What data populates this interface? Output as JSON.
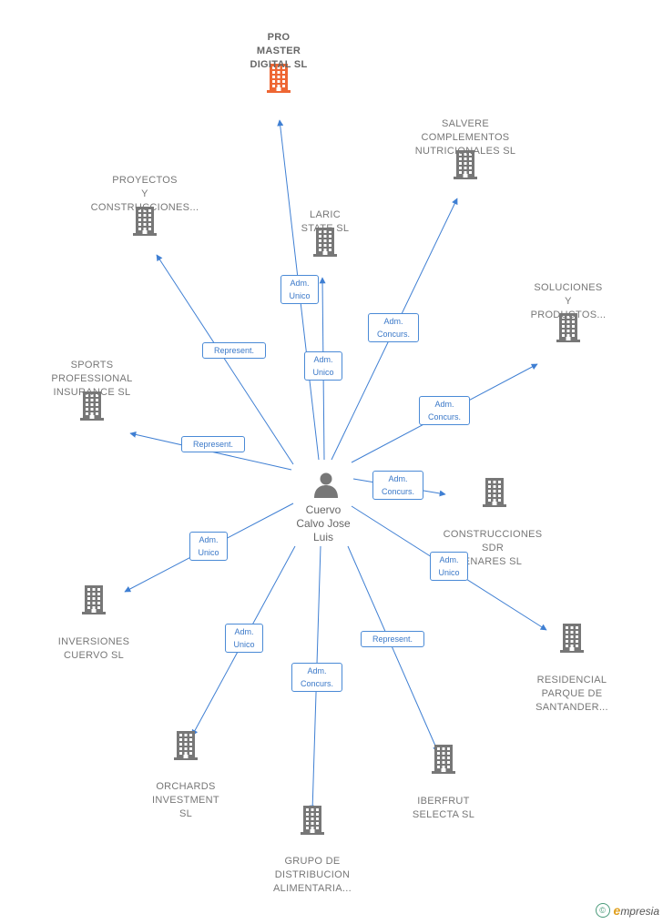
{
  "colors": {
    "accent": "#ee6633",
    "building": "#777777",
    "edge": "#3f7fd3",
    "label_text": "#777777"
  },
  "person": {
    "name": "Cuervo\nCalvo Jose\nLuis",
    "icon": "person-icon"
  },
  "companies": [
    {
      "id": "pro-master-digital",
      "name": "PRO\nMASTER\nDIGITAL SL",
      "main": true
    },
    {
      "id": "salvere",
      "name": "SALVERE\nCOMPLEMENTOS\nNUTRICIONALES SL"
    },
    {
      "id": "proyectos",
      "name": "PROYECTOS\nY\nCONSTRUCCIONES..."
    },
    {
      "id": "laric",
      "name": "LARIC\nSTATE SL"
    },
    {
      "id": "soluciones",
      "name": "SOLUCIONES\nY\nPRODUCTOS..."
    },
    {
      "id": "sports",
      "name": "SPORTS\nPROFESSIONAL\nINSURANCE SL"
    },
    {
      "id": "construcciones-sdr",
      "name": "CONSTRUCCIONES\nSDR\nENARES SL"
    },
    {
      "id": "inversiones",
      "name": "INVERSIONES\nCUERVO SL"
    },
    {
      "id": "residencial",
      "name": "RESIDENCIAL\nPARQUE DE\nSANTANDER..."
    },
    {
      "id": "orchards",
      "name": "ORCHARDS\nINVESTMENT\nSL"
    },
    {
      "id": "iberfrut",
      "name": "IBERFRUT\nSELECTA SL"
    },
    {
      "id": "grupo",
      "name": "GRUPO DE\nDISTRIBUCION\nALIMENTARIA..."
    }
  ],
  "relations": [
    {
      "to": "pro-master-digital",
      "label": "Adm.\nUnico"
    },
    {
      "to": "laric",
      "label": "Adm.\nUnico"
    },
    {
      "to": "proyectos",
      "label": "Represent."
    },
    {
      "to": "salvere",
      "label": "Adm.\nConcurs."
    },
    {
      "to": "soluciones",
      "label": "Adm.\nConcurs."
    },
    {
      "to": "sports",
      "label": "Represent."
    },
    {
      "to": "construcciones-sdr",
      "label": "Adm.\nConcurs."
    },
    {
      "to": "residencial",
      "label": "Adm.\nUnico"
    },
    {
      "to": "inversiones",
      "label": "Adm.\nUnico"
    },
    {
      "to": "orchards",
      "label": "Adm.\nUnico"
    },
    {
      "to": "grupo",
      "label": "Adm.\nConcurs."
    },
    {
      "to": "iberfrut",
      "label": "Represent."
    }
  ],
  "footer": {
    "copyright": "©",
    "brand_initial": "e",
    "brand_rest": "mpresia"
  }
}
